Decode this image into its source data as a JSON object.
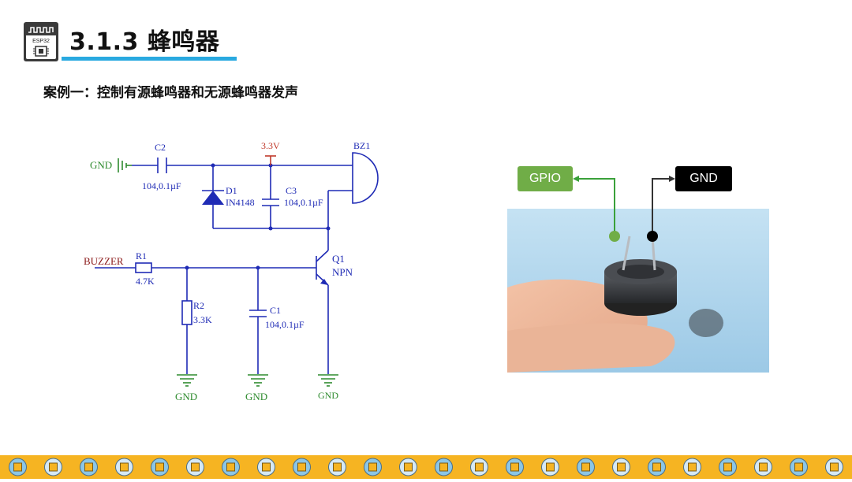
{
  "header": {
    "logo_text": "ESP32",
    "title": "3.1.3 蜂鸣器",
    "accent_color": "#29a9e0"
  },
  "subtitle": "案例一：控制有源蜂鸣器和无源蜂鸣器发声",
  "schematic": {
    "labels": {
      "gnd_left": "GND",
      "c2": "C2",
      "c2_value": "104,0.1µF",
      "vcc": "3.3V",
      "bz1": "BZ1",
      "d1": "D1",
      "d1_part": "IN4148",
      "c3": "C3",
      "c3_value": "104,0.1µF",
      "buzzer": "BUZZER",
      "r1": "R1",
      "r1_value": "4.7K",
      "q1": "Q1",
      "q1_type": "NPN",
      "r2": "R2",
      "r2_value": "3.3K",
      "c1": "C1",
      "c1_value": "104,0.1µF",
      "gnd_r2": "GND",
      "gnd_c1": "GND",
      "gnd_q1": "GND"
    },
    "colors": {
      "wire": "#1f2bb5",
      "gnd": "#2e8b2e",
      "vcc": "#c0392b",
      "buzzer_net": "#8b1a1a"
    }
  },
  "photo": {
    "gpio_label": "GPIO",
    "gnd_label": "GND",
    "gpio_color": "#70ad47",
    "gnd_color": "#000000"
  },
  "footer": {
    "color": "#f6b422",
    "chip_icon_count": 24
  }
}
